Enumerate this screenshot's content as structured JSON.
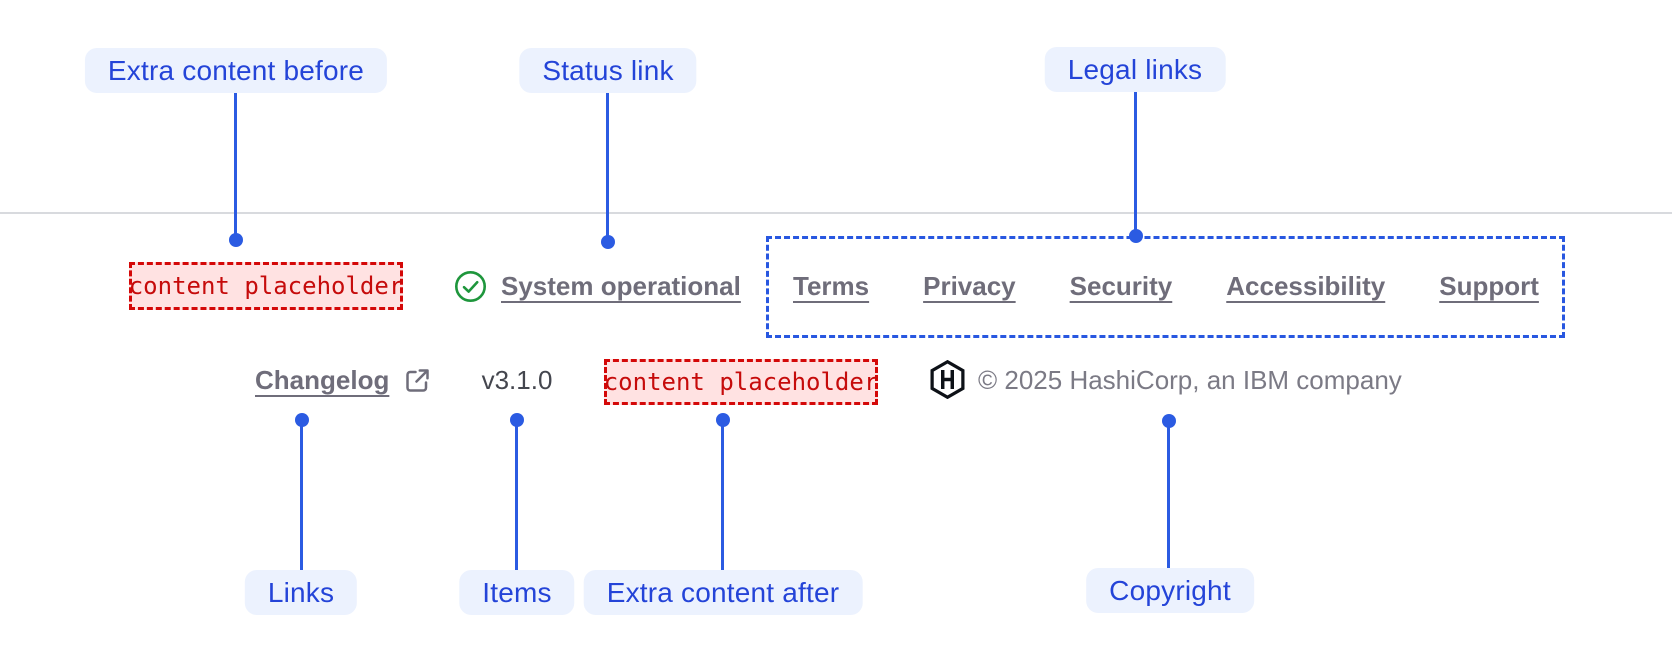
{
  "annotations": {
    "top": [
      {
        "label": "Extra content before"
      },
      {
        "label": "Status link"
      },
      {
        "label": "Legal links"
      }
    ],
    "bottom": [
      {
        "label": "Links"
      },
      {
        "label": "Items"
      },
      {
        "label": "Extra content after"
      },
      {
        "label": "Copyright"
      }
    ]
  },
  "footer": {
    "extra_content_before": "content placeholder",
    "status_link": {
      "label": "System operational"
    },
    "legal_links": [
      "Terms",
      "Privacy",
      "Security",
      "Accessibility",
      "Support"
    ],
    "links": [
      {
        "label": "Changelog"
      }
    ],
    "version": "v3.1.0",
    "extra_content_after": "content placeholder",
    "copyright": "© 2025 HashiCorp, an IBM company"
  },
  "icons": {
    "status": "check-circle-icon",
    "changelog_external": "external-link-icon",
    "brand": "hashicorp-logo"
  },
  "colors": {
    "annotation_accent": "#2b5be2",
    "annotation_label_bg": "#ecf2fe",
    "annotation_label_text": "#2444d8",
    "placeholder_border": "#d40808",
    "placeholder_bg": "#ffe2e2",
    "status_green": "#1e963c",
    "muted_link": "#6f6d7a",
    "divider": "#d8dade"
  }
}
